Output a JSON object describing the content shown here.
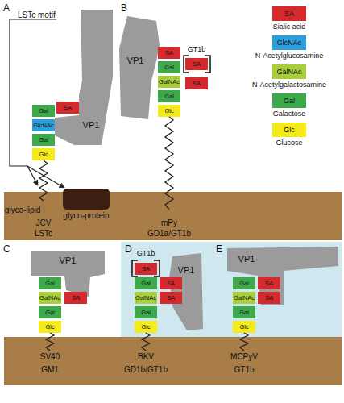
{
  "diagram": {
    "nodes": [
      {
        "text": [
          "VP1"
        ]
      },
      {
        "text": [
          "SA"
        ]
      },
      {
        "text": [
          "Gal"
        ]
      },
      {
        "text": [
          "GlcNAc"
        ]
      },
      {
        "text": [
          "Gal"
        ]
      },
      {
        "text": [
          "Glc"
        ]
      },
      {
        "text": [
          "VP1"
        ]
      },
      {
        "text": [
          "SA"
        ]
      },
      {
        "text": [
          "Gal"
        ]
      },
      {
        "text": [
          "SA"
        ]
      },
      {
        "text": [
          "GalNAc"
        ]
      },
      {
        "text": [
          "SA"
        ]
      },
      {
        "text": [
          "Gal"
        ]
      },
      {
        "text": [
          "Glc"
        ]
      },
      {
        "text": [
          "glyco-lipid",
          "JCV",
          "LSTc",
          "mPy",
          "GD1a/GT1b"
        ]
      },
      {
        "text": [
          "glyco-protein"
        ],
        "in": 14
      },
      {
        "text": [
          "VP1"
        ]
      },
      {
        "text": [
          "Gal"
        ]
      },
      {
        "text": [
          "GalNAc"
        ]
      },
      {
        "text": [
          "SA"
        ]
      },
      {
        "text": [
          "Gal"
        ]
      },
      {
        "text": [
          "Glc"
        ]
      },
      {
        "text": [
          "SA"
        ]
      },
      {
        "text": [
          "VP1"
        ]
      },
      {
        "text": [
          "Gal"
        ]
      },
      {
        "text": [
          "SA"
        ]
      },
      {
        "text": [
          "GalNAc"
        ]
      },
      {
        "text": [
          "SA"
        ]
      },
      {
        "text": [
          "Gal"
        ]
      },
      {
        "text": [
          "Glc"
        ]
      },
      {
        "text": [
          "VP1"
        ]
      },
      {
        "text": [
          "Gal"
        ]
      },
      {
        "text": [
          "SA"
        ]
      },
      {
        "text": [
          "GalNAc"
        ]
      },
      {
        "text": [
          "SA"
        ]
      },
      {
        "text": [
          "Gal"
        ]
      },
      {
        "text": [
          "Glc"
        ]
      },
      {
        "text": [
          "SV40",
          "GM1",
          "BKV",
          "GD1b/GT1b",
          "MCPyV",
          "GT1b"
        ]
      }
    ],
    "labels": [
      "A",
      "LSTc motif",
      "B",
      "GT1b",
      "SA",
      "GlcNAc",
      "GalNAc",
      "Gal",
      "Glc",
      "C",
      "D",
      "GT1b",
      "E"
    ],
    "legend": [
      {
        "text": "Sialic acid",
        "color": "#d42a2e"
      },
      {
        "text": "N-Acetylglucosamine",
        "color": "#2b9fd9"
      },
      {
        "text": "N-Acetylgalactosamine",
        "color": "#a8cf3b"
      },
      {
        "text": "Galactose",
        "color": "#3da94b"
      },
      {
        "text": "Glucose",
        "color": "#f4ea1c"
      }
    ]
  }
}
